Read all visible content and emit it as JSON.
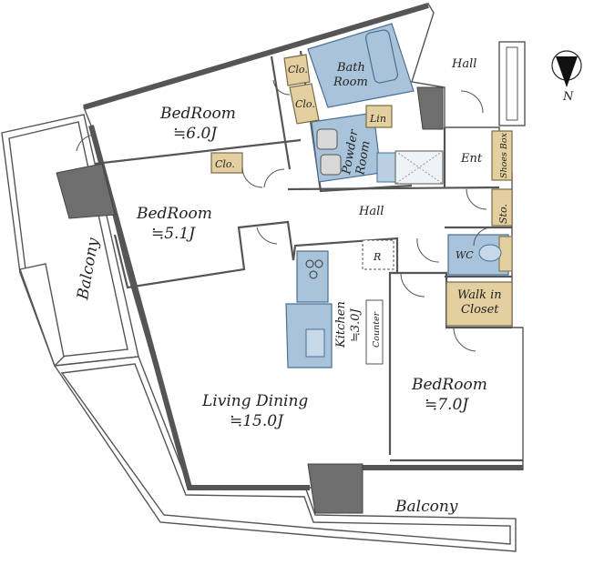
{
  "compass": {
    "north_label": "N"
  },
  "rooms": {
    "bedroom_1": {
      "name": "BedRoom",
      "size": "≒6.0J"
    },
    "bedroom_2": {
      "name": "BedRoom",
      "size": "≒5.1J"
    },
    "bedroom_3": {
      "name": "BedRoom",
      "size": "≒7.0J"
    },
    "living_dining": {
      "name": "Living Dining",
      "size": "≒15.0J"
    },
    "kitchen": {
      "name": "Kitchen",
      "size": "≒3.0J"
    },
    "bath": {
      "line1": "Bath",
      "line2": "Room"
    },
    "powder": {
      "line1": "Powder",
      "line2": "Room"
    },
    "walk_in_closet": {
      "line1": "Walk in",
      "line2": "Closet"
    },
    "balcony_west": "Balcony",
    "balcony_south": "Balcony",
    "hall_north": "Hall",
    "hall_center": "Hall",
    "entrance": "Ent",
    "shoes_box": "Shoes Box",
    "storage": "Sto.",
    "wc": "WC",
    "counter": "Counter",
    "fridge": "R",
    "linen": "Lin",
    "closet_1": "Clo.",
    "closet_2": "Clo.",
    "closet_3": "Clo."
  }
}
